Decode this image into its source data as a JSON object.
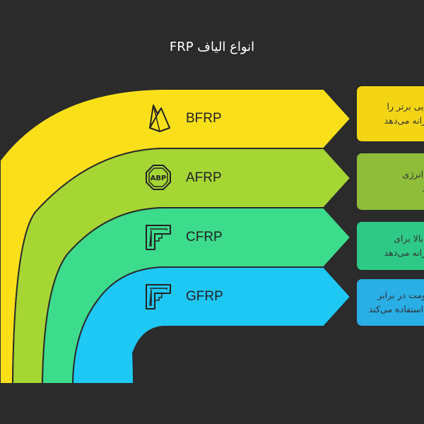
{
  "title": "انواع الیاف FRP",
  "bands": [
    {
      "label": "BFRP",
      "icon": "firebase-icon",
      "color": "#fbe019"
    },
    {
      "label": "AFRP",
      "icon": "abp-octagon-icon",
      "color": "#a6d634"
    },
    {
      "label": "CFRP",
      "icon": "corner-frame-icon",
      "color": "#3ddc8c"
    },
    {
      "label": "GFRP",
      "icon": "corner-frame-icon",
      "color": "#1ec8f5"
    }
  ],
  "cards": [
    {
      "text": "...ایی برتر را\n...رانه می‌دهد",
      "bg": "#f3d515"
    },
    {
      "text": "... انرژی\n...د",
      "bg": "#8fbd3a"
    },
    {
      "text": "... بالا برای\n...رانه می‌دهد",
      "bg": "#2fc987"
    },
    {
      "text": "...ومت در برابر\n... استفاده می‌کند",
      "bg": "#29aee6"
    }
  ]
}
